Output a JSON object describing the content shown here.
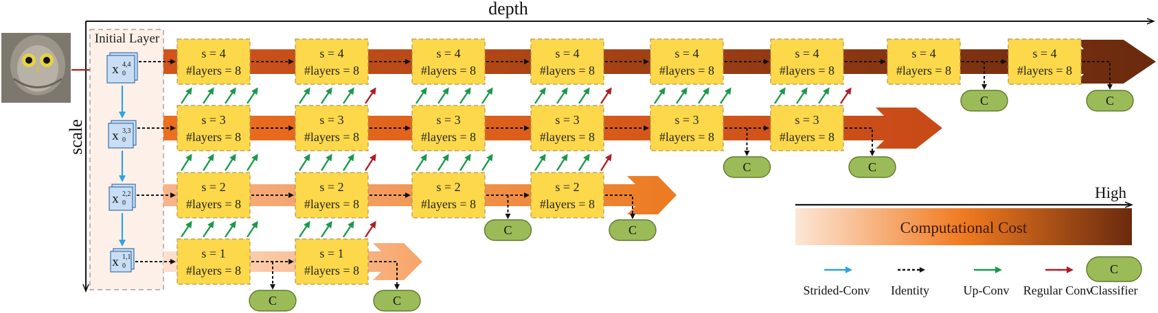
{
  "axes": {
    "horizontal": "depth",
    "vertical": "scale"
  },
  "initial_layer": {
    "title": "Initial Layer",
    "nodes": [
      {
        "base": "x",
        "sup": "4,4",
        "sub": "0"
      },
      {
        "base": "x",
        "sup": "3,3",
        "sub": "0"
      },
      {
        "base": "x",
        "sup": "2,2",
        "sub": "0"
      },
      {
        "base": "x",
        "sup": "1,1",
        "sub": "0"
      }
    ]
  },
  "blocks": {
    "layers_label": "#layers = 8",
    "rows": [
      {
        "scale_label": "s = 4",
        "count": 8
      },
      {
        "scale_label": "s = 3",
        "count": 6
      },
      {
        "scale_label": "s = 2",
        "count": 4
      },
      {
        "scale_label": "s = 1",
        "count": 2
      }
    ]
  },
  "classifier_label": "C",
  "cost_bar": {
    "label": "Computational Cost",
    "high_label": "High",
    "colors": [
      "#fde6d6",
      "#f07a20",
      "#e0640f",
      "#6a2a0e"
    ]
  },
  "legend": [
    {
      "label": "Strided-Conv",
      "color": "#2ea3dc",
      "kind": "strided-conv"
    },
    {
      "label": "Identity",
      "color": "#111111",
      "kind": "identity"
    },
    {
      "label": "Up-Conv",
      "color": "#1a9a4a",
      "kind": "up-conv"
    },
    {
      "label": "Regular Conv",
      "color": "#b01c24",
      "kind": "regular-conv"
    },
    {
      "label": "Classifier",
      "color": "#9bbb59",
      "kind": "classifier"
    }
  ],
  "colors": {
    "block_fill": "#fcd84a",
    "row_s4": "#8c3510",
    "row_s3": "#d0561a",
    "row_s2": "#ee7a28",
    "row_s1": "#f5b07a"
  }
}
